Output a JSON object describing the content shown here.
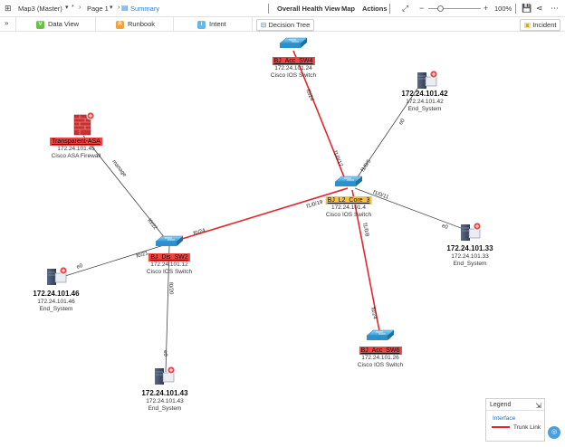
{
  "toolbar": {
    "map_name": "Map3 (Master)",
    "page": "Page 1",
    "summary": "Summary",
    "health": "Overall Health View",
    "map": "Map",
    "actions": "Actions",
    "zoom": "100%"
  },
  "tabs": [
    {
      "label": "Data View",
      "badge": "V",
      "color": "#6cc04a"
    },
    {
      "label": "Runbook",
      "badge": "R",
      "color": "#f0a23c"
    },
    {
      "label": "Intent",
      "badge": "i",
      "color": "#63b8e8"
    }
  ],
  "buttons": {
    "decision_tree": "Decision Tree",
    "incident": "Incident"
  },
  "nodes": {
    "acc4": {
      "name": "BJ_Acc_SW4",
      "ip": "172.24.101.24",
      "type": "Cisco IOS Switch"
    },
    "asa": {
      "name": "Transparent-ASA",
      "ip": "172.24.101.45",
      "type": "Cisco ASA Firewall"
    },
    "core": {
      "name": "BJ_L2_Core_3",
      "ip": "172.24.101.4",
      "type": "Cisco IOS Switch"
    },
    "dis": {
      "name": "BJ_Dis_SW2",
      "ip": "172.24.101.12",
      "type": "Cisco IOS Switch"
    },
    "acc6": {
      "name": "BJ_Acc_SW6",
      "ip": "172.24.101.26",
      "type": "Cisco IOS Switch"
    },
    "es42": {
      "name": "172.24.101.42",
      "ip": "172.24.101.42",
      "type": "End_System"
    },
    "es33": {
      "name": "172.24.101.33",
      "ip": "172.24.101.33",
      "type": "End_System"
    },
    "es46": {
      "name": "172.24.101.46",
      "ip": "172.24.101.46",
      "type": "End_System"
    },
    "es43": {
      "name": "172.24.101.43",
      "ip": "172.24.101.43",
      "type": "End_System"
    }
  },
  "interfaces": {
    "acc4_core_a": "f0/24",
    "acc4_core_b": "f1/0/17",
    "es42_core_a": "e0",
    "es42_core_b": "f1/0/5",
    "asa_dis_a": "manage",
    "asa_dis_b": "f0/22",
    "core_dis_a": "f1/0/19",
    "core_dis_b": "f0/24",
    "core_es33_a": "f1/0/11",
    "core_es33_b": "e0",
    "core_acc6_a": "f1/0/8",
    "core_acc6_b": "f0/24",
    "dis_es46_a": "f0/21",
    "dis_es46_b": "e0",
    "dis_es43_a": "f0/20",
    "dis_es43_b": "e0"
  },
  "legend": {
    "title": "Legend",
    "section": "Interface",
    "trunk": "Trunk Link"
  },
  "colors": {
    "trunk": "#e3262b",
    "link": "#444444",
    "switch": "#3aa6dd",
    "alert": "#e84545"
  }
}
